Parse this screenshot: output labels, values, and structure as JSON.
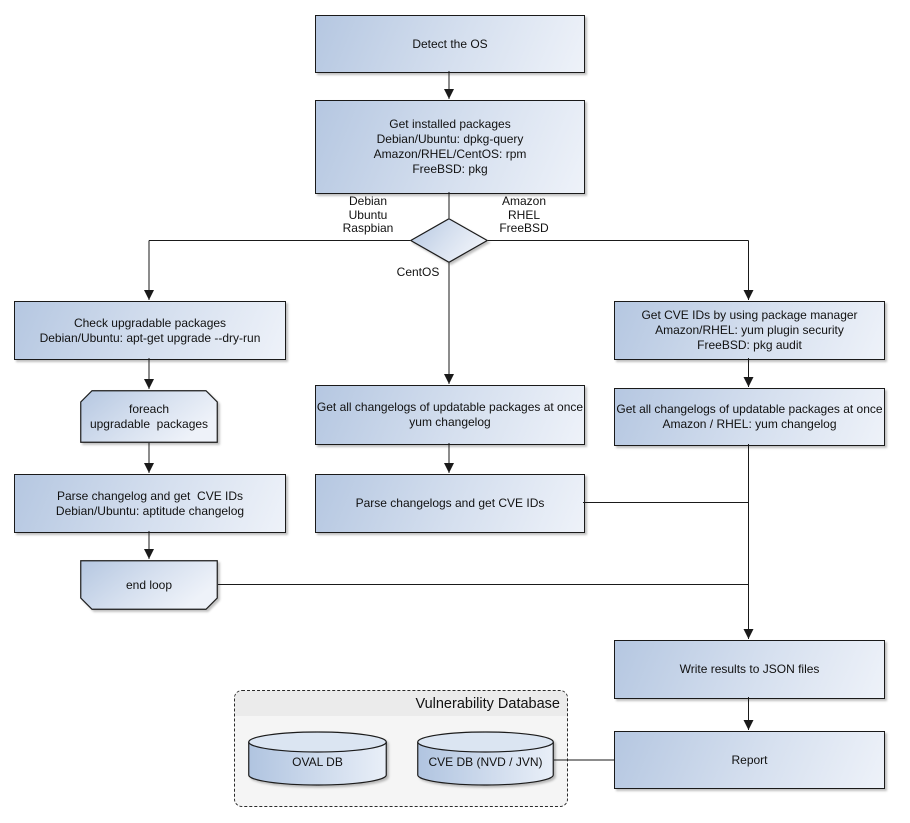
{
  "nodes": {
    "detect_os": "Detect the OS",
    "get_installed_packages": "Get installed packages\nDebian/Ubuntu: dpkg-query\nAmazon/RHEL/CentOS: rpm\nFreeBSD: pkg",
    "check_upgradable": "Check upgradable packages\nDebian/Ubuntu: apt-get upgrade --dry-run",
    "foreach_loop": "foreach\nupgradable  packages",
    "parse_changelog_deb": "Parse changelog and get  CVE IDs\nDebian/Ubuntu: aptitude changelog",
    "end_loop": "end loop",
    "get_changelogs_centos": "Get all changelogs of updatable packages at once\nyum changelog",
    "parse_changelogs_centos": "Parse changelogs and get CVE IDs",
    "get_cve_ids_pkg_mgr": "Get CVE IDs by using package manager\nAmazon/RHEL: yum plugin security\nFreeBSD: pkg audit",
    "get_changelogs_amazon": "Get all changelogs of updatable packages at once\nAmazon / RHEL: yum changelog",
    "write_results": "Write results to JSON files",
    "report": "Report"
  },
  "branches": {
    "debian": "Debian\nUbuntu\nRaspbian",
    "amazon": "Amazon\nRHEL\nFreeBSD",
    "centos": "CentOS"
  },
  "database": {
    "title": "Vulnerability Database",
    "oval_db": "OVAL DB",
    "cve_db": "CVE DB (NVD / JVN)"
  },
  "colors": {
    "node_gradient_start": "#b5c7e1",
    "node_gradient_end": "#eef2f9",
    "stroke": "#1a1a1a",
    "container_fill": "#f5f5f5",
    "container_header": "#ebebeb",
    "background": "#ffffff"
  }
}
